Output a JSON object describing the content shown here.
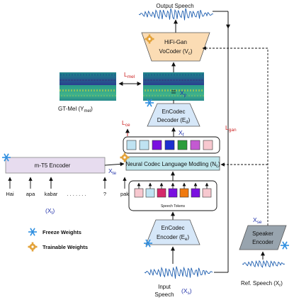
{
  "labels": {
    "output_speech": "Output Speech",
    "hifigan_line1": "HiFi-Gan",
    "hifigan_line2": "VoCoder (V",
    "hifigan_sub": "c",
    "lmel": "L",
    "lmel_sub": "mel",
    "xp": "X",
    "xp_sub": "p",
    "gt_mel": "GT-Mel (Y",
    "gt_mel_sub": "mel",
    "decoder_line1": "EnCodec",
    "decoder_line2": "Decoder (E",
    "decoder_sub": "d",
    "lce": "L",
    "lce_sub": "ce",
    "xf": "X",
    "xf_sub": "f",
    "lgan": "L",
    "lgan_sub": "gan",
    "mt5": "m-T5 Encoder",
    "xte": "X",
    "xte_sub": "te",
    "nclm": "Neural Codec Language Modling (N",
    "nclm_sub": "c",
    "speech_tokens": "Speech Tokens",
    "encoder_line1": "EnCodec",
    "encoder_line2": "Encoder (E",
    "encoder_sub": "e",
    "xt": "(X",
    "xt_sub": "t",
    "xse": "X",
    "xse_sub": "se",
    "speaker_line1": "Speaker",
    "speaker_line2": "Encoder",
    "input_line1": "Input",
    "input_line2": "Speech",
    "xs": "(X",
    "xs_sub": "s",
    "ref_speech": "Ref. Speech (X",
    "ref_sub": "r",
    "freeze": "Freeze Weights",
    "trainable": "Trainable Weights",
    "close_paren": ")"
  },
  "words": [
    "Hai",
    "apa",
    "kabar",
    ". . . . . . .",
    "?",
    "pak"
  ],
  "colors": {
    "accent_red": "#cc2222",
    "label_blue": "#2233aa",
    "decoder_fill": "#d6e7f8",
    "vocoder_fill": "#fbdcb4",
    "nclm_fill": "#bfe6ec",
    "mt5_fill": "#e7dcef",
    "speaker_fill": "#98a4ae",
    "waveform": "#1f5fb0",
    "snowflake": "#2f8fe0",
    "gear": "#e3a33b"
  },
  "top_tokens": [
    "#bfe3f2",
    "#bfe3f2",
    "#7a10e0",
    "#1c2fd0",
    "#2a9d3a",
    "#c35ad1",
    "#f7c8cf"
  ],
  "bottom_tokens": [
    "#f7c8cf",
    "#bfe3f2",
    "#d42a6a",
    "#7a10e0",
    "#f07a10",
    "#7a10e0",
    "#f7c8cf"
  ]
}
